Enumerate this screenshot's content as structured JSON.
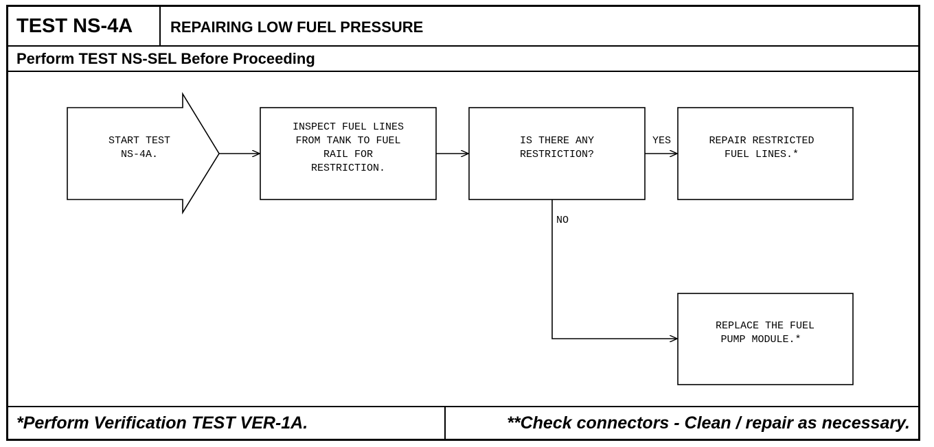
{
  "header": {
    "test_id": "TEST NS-4A",
    "title": "REPAIRING LOW FUEL PRESSURE",
    "prerequisite": "Perform TEST NS-SEL Before Proceeding"
  },
  "footer": {
    "left_note": "*Perform Verification TEST VER-1A.",
    "right_note": "**Check connectors - Clean / repair as necessary."
  },
  "flowchart": {
    "nodes": {
      "start": {
        "lines": [
          "START TEST",
          "NS-4A."
        ]
      },
      "inspect": {
        "lines": [
          "INSPECT FUEL LINES",
          "FROM TANK TO FUEL",
          "RAIL FOR",
          "RESTRICTION."
        ]
      },
      "question": {
        "lines": [
          "IS THERE ANY",
          "RESTRICTION?"
        ]
      },
      "repair": {
        "lines": [
          "REPAIR RESTRICTED",
          "FUEL LINES.*"
        ]
      },
      "replace": {
        "lines": [
          "REPLACE THE FUEL",
          "PUMP MODULE.*"
        ]
      }
    },
    "edges": {
      "yes_label": "YES",
      "no_label": "NO"
    }
  }
}
